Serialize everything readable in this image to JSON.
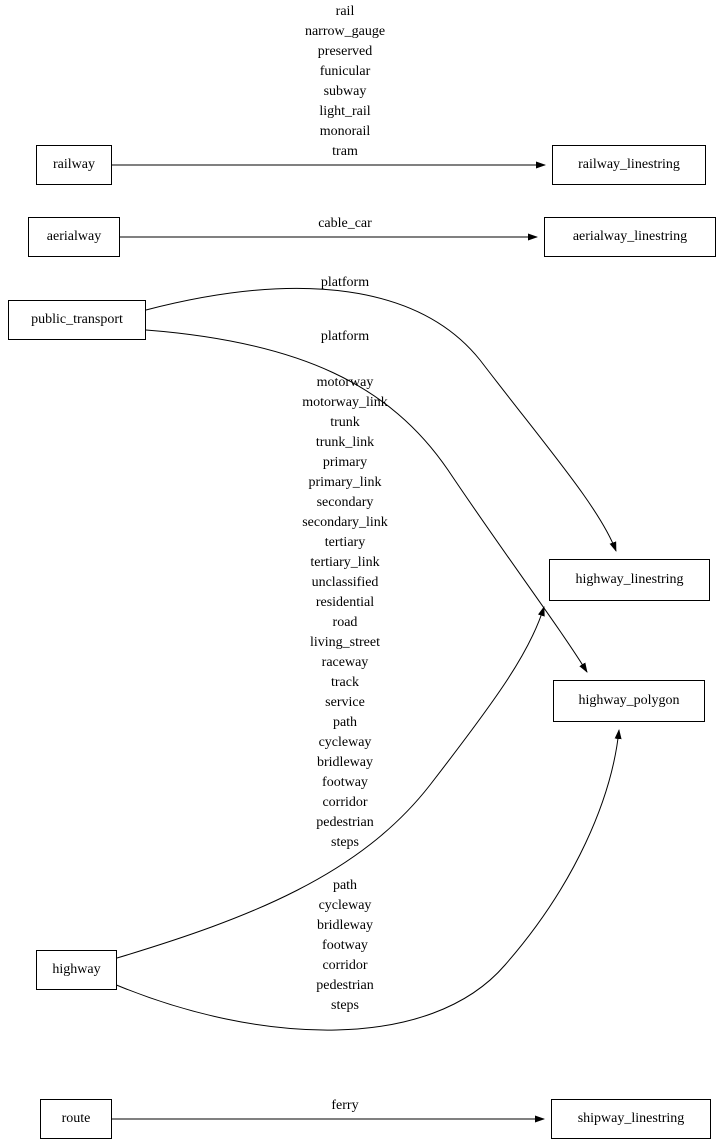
{
  "colors": {
    "background": "#ffffff",
    "line": "#000000",
    "text": "#000000"
  },
  "nodes": {
    "railway": "railway",
    "railway_linestring": "railway_linestring",
    "aerialway": "aerialway",
    "aerialway_linestring": "aerialway_linestring",
    "public_transport": "public_transport",
    "highway_linestring": "highway_linestring",
    "highway_polygon": "highway_polygon",
    "highway": "highway",
    "route": "route",
    "shipway_linestring": "shipway_linestring"
  },
  "edges": {
    "railway_to_railway_linestring": {
      "from": "railway",
      "to": "railway_linestring",
      "labels": [
        "rail",
        "narrow_gauge",
        "preserved",
        "funicular",
        "subway",
        "light_rail",
        "monorail",
        "tram"
      ]
    },
    "aerialway_to_aerialway_linestring": {
      "from": "aerialway",
      "to": "aerialway_linestring",
      "labels": [
        "cable_car"
      ]
    },
    "public_transport_to_highway_linestring": {
      "from": "public_transport",
      "to": "highway_linestring",
      "labels": [
        "platform"
      ]
    },
    "public_transport_to_highway_polygon": {
      "from": "public_transport",
      "to": "highway_polygon",
      "labels": [
        "platform"
      ]
    },
    "highway_to_highway_linestring": {
      "from": "highway",
      "to": "highway_linestring",
      "labels": [
        "motorway",
        "motorway_link",
        "trunk",
        "trunk_link",
        "primary",
        "primary_link",
        "secondary",
        "secondary_link",
        "tertiary",
        "tertiary_link",
        "unclassified",
        "residential",
        "road",
        "living_street",
        "raceway",
        "track",
        "service",
        "path",
        "cycleway",
        "bridleway",
        "footway",
        "corridor",
        "pedestrian",
        "steps"
      ]
    },
    "highway_to_highway_polygon": {
      "from": "highway",
      "to": "highway_polygon",
      "labels": [
        "path",
        "cycleway",
        "bridleway",
        "footway",
        "corridor",
        "pedestrian",
        "steps"
      ]
    },
    "route_to_shipway_linestring": {
      "from": "route",
      "to": "shipway_linestring",
      "labels": [
        "ferry"
      ]
    }
  }
}
